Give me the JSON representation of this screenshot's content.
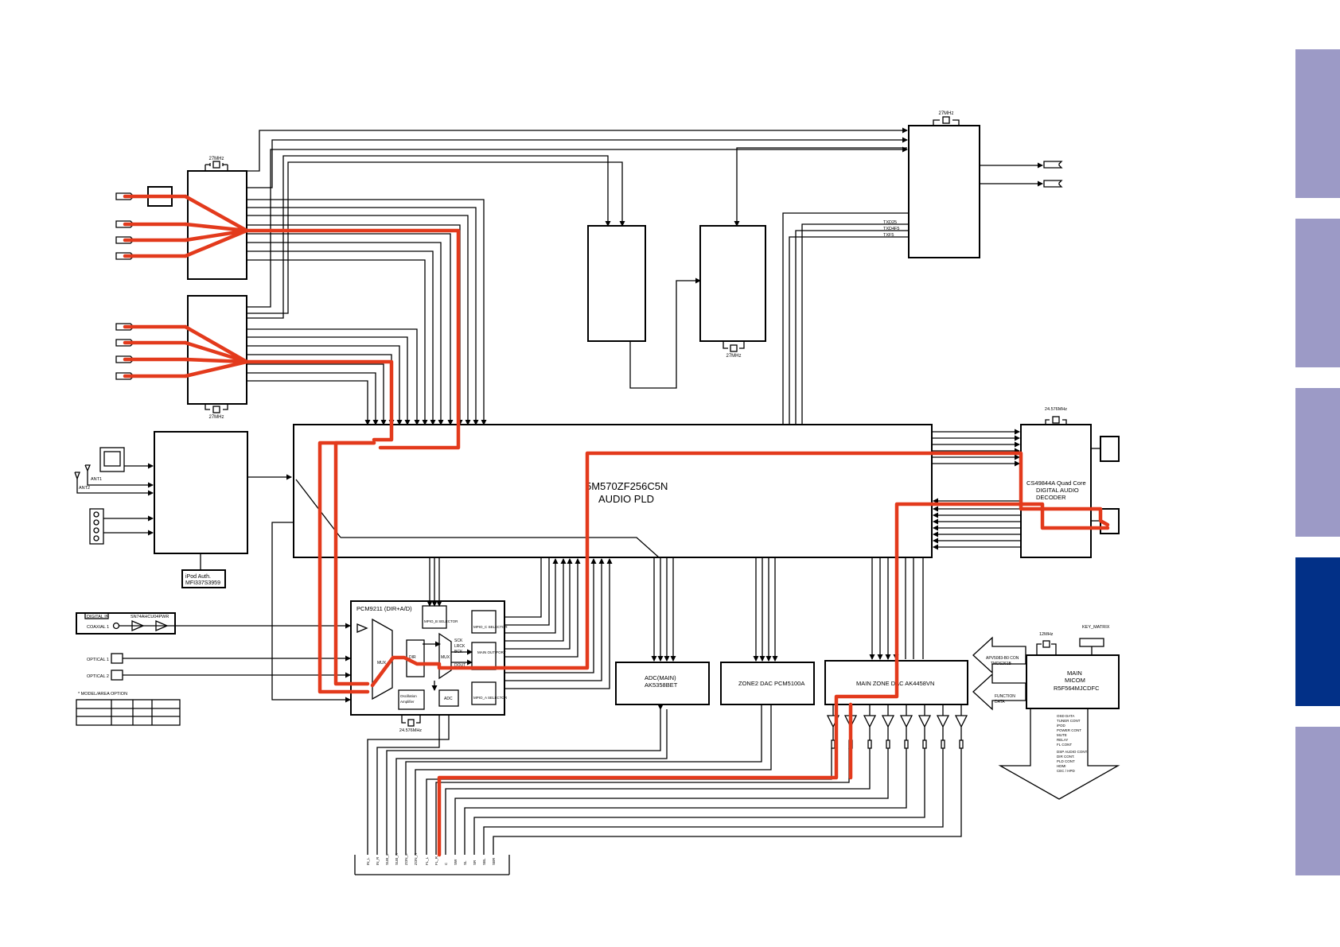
{
  "labels": {
    "pld_part": "5M570ZF256C5N",
    "pld_name": "AUDIO PLD",
    "dsp_line1": "CS49844A Quad Core",
    "dsp_line2": "DIGITAL AUDIO",
    "dsp_line3": "DECODER",
    "pcm9211": "PCM9211 (DIR+A/D)",
    "adc_line1": "ADC(MAIN)",
    "adc_line2": "AK5358BET",
    "zone2_dac": "ZONE2 DAC PCM5100A",
    "main_dac": "MAIN ZONE DAC AK4458VN",
    "micom_line1": "MAIN",
    "micom_line2": "MICOM",
    "micom_line3": "R5F564MJCDFC",
    "ipod_line1": "iPod Auth.",
    "ipod_line2": "MFI337S3959",
    "digital_in": "DIGITAL IN",
    "snt": "SN74AHCU04PWR",
    "coaxial": "COAXIAL 1",
    "optical1": "OPTICAL 1",
    "optical2": "OPTICAL 2",
    "model_option": "* MODEL/AREA OPTION",
    "ant1": "ANT1",
    "ant2": "ANT2",
    "xtal_27a": "27MHz",
    "xtal_27b": "27MHz",
    "xtal_27c": "27MHz",
    "xtal_27d": "27MHz",
    "xtal_24a": "24.576MHz",
    "xtal_24b": "24.576MHz",
    "xtal_12": "12MHz",
    "key_matrix": "KEY_MATRIX",
    "txd1": "TXD25",
    "txd2": "TXD4F5",
    "txd3": "TXF5",
    "mpio_b": "MPIO_B SELECTOR",
    "mpio_c": "MPIO_C SELECTOR",
    "mpio_a": "MPIO_A SELECTOR",
    "main_out": "MAIN OUT PORT",
    "sck": "SCK",
    "lrck": "LRCK",
    "bck": "BCK",
    "dout": "DOUT",
    "mux1": "MUX",
    "dir": "DIR",
    "mux2": "MUX",
    "osc1": "Oscillation",
    "osc2": "Amplifier",
    "adc_small": "ADC",
    "apv": "APV5083-B0 CON",
    "tmds": "TMDS261B",
    "func1": "FUNCTION",
    "func2": "DATA",
    "ctrl": [
      "OSD DATA",
      "TUNER CONT",
      "iPOD",
      "POWER CONT",
      "MUTE",
      "RELAY",
      "FL CONT",
      "DSP AUDIO CONT.",
      "DIR CONT.",
      "PLD CONT",
      "HDMI",
      "CEC / HPD"
    ],
    "bottom_pins": [
      "IN_L",
      "IN_R",
      "SUB_L",
      "SUB_R",
      "ZON_L",
      "ZON_R",
      "FL_L",
      "FL_R",
      "C",
      "SW",
      "SL",
      "SR",
      "SBL",
      "SBR"
    ]
  },
  "colors": {
    "signal_path": "#e33a1c",
    "tab_light": "#9c9ac6",
    "tab_active": "#023087"
  },
  "side_tabs": [
    {
      "state": "inactive"
    },
    {
      "state": "inactive"
    },
    {
      "state": "inactive"
    },
    {
      "state": "active"
    },
    {
      "state": "inactive"
    }
  ]
}
